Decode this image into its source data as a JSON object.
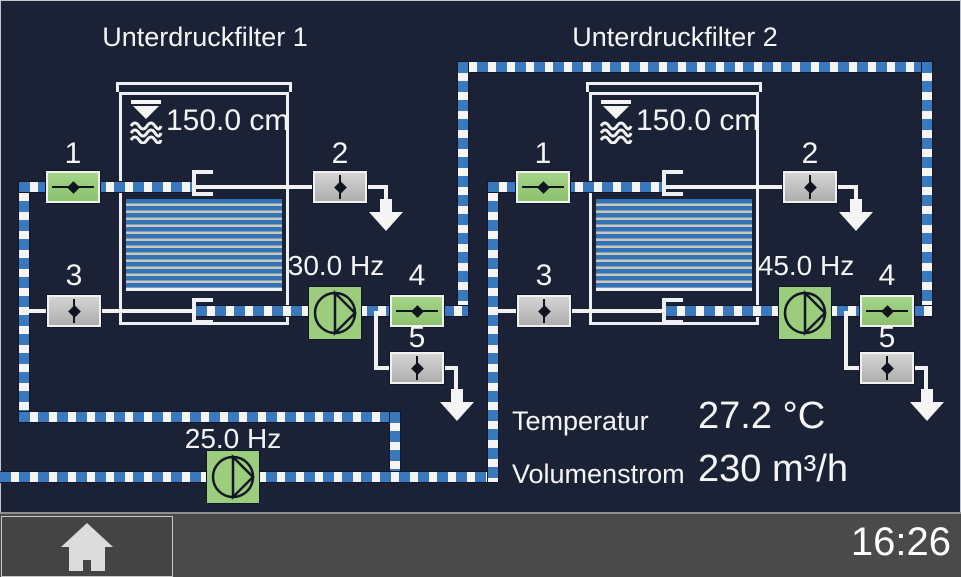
{
  "colors": {
    "background": "#1b2236",
    "pipe_blue": "#3a79be",
    "pipe_white": "#f5f5f5",
    "valve_open_green": "#94c976",
    "valve_closed_gray": "#c6c6c6",
    "pump_green": "#9ccd7d",
    "filter_stripe_blue": "#3273b8",
    "filter_stripe_beige": "#ccc8b9",
    "taskbar_gray": "#4a4a4a",
    "text_white": "#f5f5f5"
  },
  "filters": [
    {
      "title": "Unterdruckfilter 1",
      "level": "150.0 cm",
      "pump_frequency": "30.0 Hz",
      "valve_labels": [
        "1",
        "2",
        "3",
        "4",
        "5"
      ]
    },
    {
      "title": "Unterdruckfilter 2",
      "level": "150.0 cm",
      "pump_frequency": "45.0 Hz",
      "valve_labels": [
        "1",
        "2",
        "3",
        "4",
        "5"
      ]
    }
  ],
  "circulation_pump": {
    "frequency": "25.0 Hz"
  },
  "readings": {
    "temperature_label": "Temperatur",
    "temperature_value": "27.2 °C",
    "flow_label": "Volumenstrom",
    "flow_value": "230 m³/h"
  },
  "taskbar": {
    "time": "16:26"
  }
}
